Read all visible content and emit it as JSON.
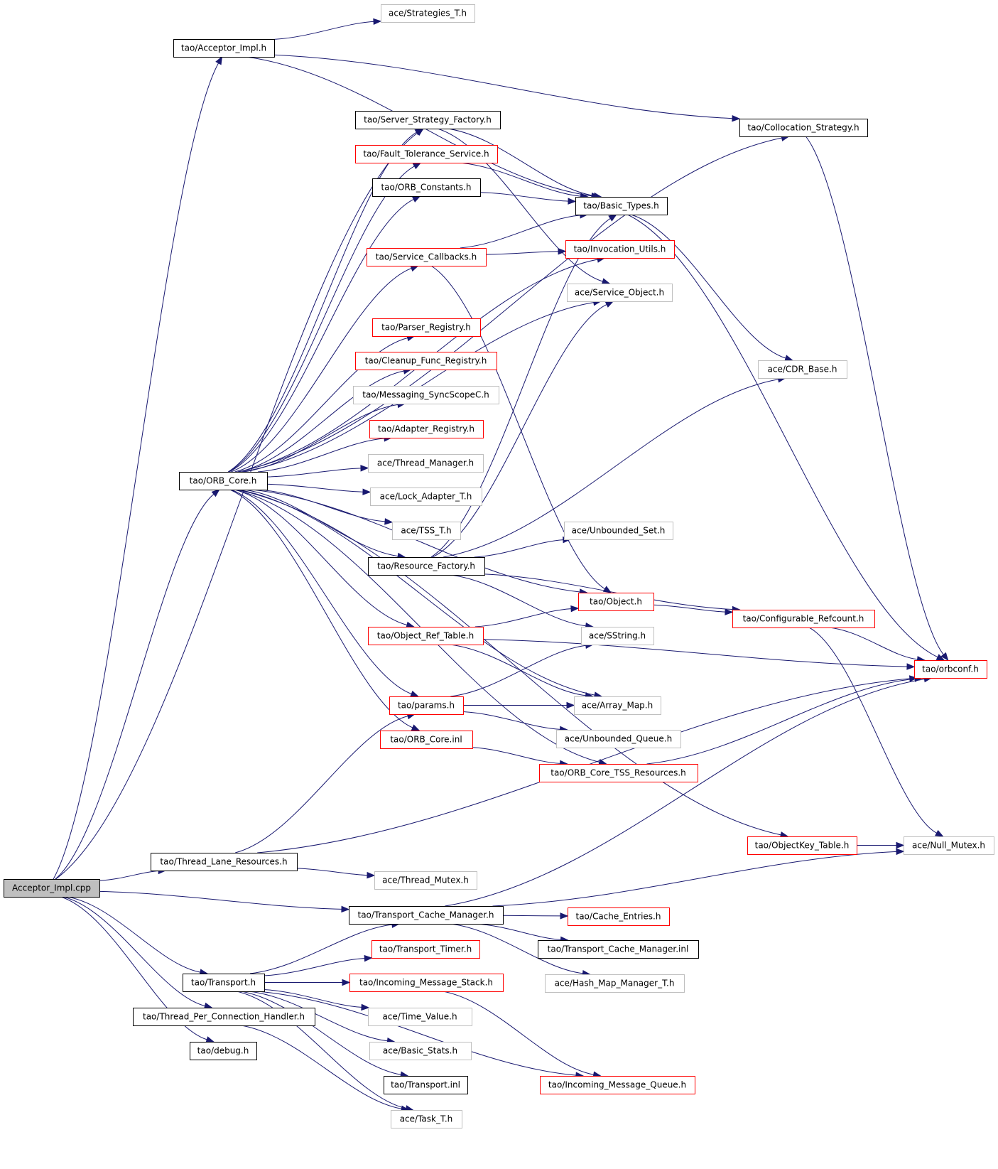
{
  "colors": {
    "edge": "#191970",
    "root_fill": "#bfbfbf",
    "border_black": "#000000",
    "border_red": "#ff0000",
    "border_gray": "#bfbfbf"
  },
  "nodes": [
    {
      "id": "root",
      "label": "Acceptor_Impl.cpp",
      "style": "root"
    },
    {
      "id": "acceptor_impl",
      "label": "tao/Acceptor_Impl.h",
      "style": "black"
    },
    {
      "id": "strategies_t",
      "label": "ace/Strategies_T.h",
      "style": "gray"
    },
    {
      "id": "server_strategy_factory",
      "label": "tao/Server_Strategy_Factory.h",
      "style": "black"
    },
    {
      "id": "collocation_strategy",
      "label": "tao/Collocation_Strategy.h",
      "style": "black"
    },
    {
      "id": "fault_tolerance_service",
      "label": "tao/Fault_Tolerance_Service.h",
      "style": "red"
    },
    {
      "id": "orb_constants",
      "label": "tao/ORB_Constants.h",
      "style": "black"
    },
    {
      "id": "basic_types",
      "label": "tao/Basic_Types.h",
      "style": "black"
    },
    {
      "id": "service_callbacks",
      "label": "tao/Service_Callbacks.h",
      "style": "red"
    },
    {
      "id": "invocation_utils",
      "label": "tao/Invocation_Utils.h",
      "style": "red"
    },
    {
      "id": "service_object",
      "label": "ace/Service_Object.h",
      "style": "gray"
    },
    {
      "id": "parser_registry",
      "label": "tao/Parser_Registry.h",
      "style": "red"
    },
    {
      "id": "cleanup_func_registry",
      "label": "tao/Cleanup_Func_Registry.h",
      "style": "red"
    },
    {
      "id": "cdr_base",
      "label": "ace/CDR_Base.h",
      "style": "gray"
    },
    {
      "id": "messaging_syncscopec",
      "label": "tao/Messaging_SyncScopeC.h",
      "style": "gray"
    },
    {
      "id": "adapter_registry",
      "label": "tao/Adapter_Registry.h",
      "style": "red"
    },
    {
      "id": "thread_manager",
      "label": "ace/Thread_Manager.h",
      "style": "gray"
    },
    {
      "id": "orb_core",
      "label": "tao/ORB_Core.h",
      "style": "black"
    },
    {
      "id": "lock_adapter_t",
      "label": "ace/Lock_Adapter_T.h",
      "style": "gray"
    },
    {
      "id": "tss_t",
      "label": "ace/TSS_T.h",
      "style": "gray"
    },
    {
      "id": "unbounded_set",
      "label": "ace/Unbounded_Set.h",
      "style": "gray"
    },
    {
      "id": "resource_factory",
      "label": "tao/Resource_Factory.h",
      "style": "black"
    },
    {
      "id": "object",
      "label": "tao/Object.h",
      "style": "red"
    },
    {
      "id": "configurable_refcount",
      "label": "tao/Configurable_Refcount.h",
      "style": "red"
    },
    {
      "id": "object_ref_table",
      "label": "tao/Object_Ref_Table.h",
      "style": "red"
    },
    {
      "id": "sstring",
      "label": "ace/SString.h",
      "style": "gray"
    },
    {
      "id": "orbconf",
      "label": "tao/orbconf.h",
      "style": "red"
    },
    {
      "id": "params",
      "label": "tao/params.h",
      "style": "red"
    },
    {
      "id": "array_map",
      "label": "ace/Array_Map.h",
      "style": "gray"
    },
    {
      "id": "orb_core_inl",
      "label": "tao/ORB_Core.inl",
      "style": "red"
    },
    {
      "id": "unbounded_queue",
      "label": "ace/Unbounded_Queue.h",
      "style": "gray"
    },
    {
      "id": "orb_core_tss_resources",
      "label": "tao/ORB_Core_TSS_Resources.h",
      "style": "red"
    },
    {
      "id": "objectkey_table",
      "label": "tao/ObjectKey_Table.h",
      "style": "red"
    },
    {
      "id": "null_mutex",
      "label": "ace/Null_Mutex.h",
      "style": "gray"
    },
    {
      "id": "thread_lane_resources",
      "label": "tao/Thread_Lane_Resources.h",
      "style": "black"
    },
    {
      "id": "thread_mutex",
      "label": "ace/Thread_Mutex.h",
      "style": "gray"
    },
    {
      "id": "transport_cache_manager",
      "label": "tao/Transport_Cache_Manager.h",
      "style": "black"
    },
    {
      "id": "cache_entries",
      "label": "tao/Cache_Entries.h",
      "style": "red"
    },
    {
      "id": "transport_timer",
      "label": "tao/Transport_Timer.h",
      "style": "red"
    },
    {
      "id": "transport_cache_manager_inl",
      "label": "tao/Transport_Cache_Manager.inl",
      "style": "black"
    },
    {
      "id": "transport",
      "label": "tao/Transport.h",
      "style": "black"
    },
    {
      "id": "incoming_message_stack",
      "label": "tao/Incoming_Message_Stack.h",
      "style": "red"
    },
    {
      "id": "hash_map_manager_t",
      "label": "ace/Hash_Map_Manager_T.h",
      "style": "gray"
    },
    {
      "id": "thread_per_connection_handler",
      "label": "tao/Thread_Per_Connection_Handler.h",
      "style": "black"
    },
    {
      "id": "time_value",
      "label": "ace/Time_Value.h",
      "style": "gray"
    },
    {
      "id": "basic_stats",
      "label": "ace/Basic_Stats.h",
      "style": "gray"
    },
    {
      "id": "debug",
      "label": "tao/debug.h",
      "style": "black"
    },
    {
      "id": "transport_inl",
      "label": "tao/Transport.inl",
      "style": "black"
    },
    {
      "id": "incoming_message_queue",
      "label": "tao/Incoming_Message_Queue.h",
      "style": "red"
    },
    {
      "id": "task_t",
      "label": "ace/Task_T.h",
      "style": "gray"
    }
  ],
  "edges": [
    [
      "root",
      "acceptor_impl"
    ],
    [
      "root",
      "orb_core"
    ],
    [
      "root",
      "thread_lane_resources"
    ],
    [
      "root",
      "transport_cache_manager"
    ],
    [
      "root",
      "transport"
    ],
    [
      "root",
      "thread_per_connection_handler"
    ],
    [
      "root",
      "debug"
    ],
    [
      "root",
      "server_strategy_factory"
    ],
    [
      "acceptor_impl",
      "strategies_t"
    ],
    [
      "acceptor_impl",
      "basic_types"
    ],
    [
      "acceptor_impl",
      "collocation_strategy"
    ],
    [
      "server_strategy_factory",
      "basic_types"
    ],
    [
      "server_strategy_factory",
      "service_object"
    ],
    [
      "fault_tolerance_service",
      "basic_types"
    ],
    [
      "orb_constants",
      "basic_types"
    ],
    [
      "service_callbacks",
      "basic_types"
    ],
    [
      "service_callbacks",
      "invocation_utils"
    ],
    [
      "service_callbacks",
      "object"
    ],
    [
      "basic_types",
      "cdr_base"
    ],
    [
      "basic_types",
      "orbconf"
    ],
    [
      "collocation_strategy",
      "orbconf"
    ],
    [
      "orb_core",
      "server_strategy_factory"
    ],
    [
      "orb_core",
      "fault_tolerance_service"
    ],
    [
      "orb_core",
      "orb_constants"
    ],
    [
      "orb_core",
      "invocation_utils"
    ],
    [
      "orb_core",
      "service_callbacks"
    ],
    [
      "orb_core",
      "service_object"
    ],
    [
      "orb_core",
      "parser_registry"
    ],
    [
      "orb_core",
      "cleanup_func_registry"
    ],
    [
      "orb_core",
      "messaging_syncscopec"
    ],
    [
      "orb_core",
      "adapter_registry"
    ],
    [
      "orb_core",
      "thread_manager"
    ],
    [
      "orb_core",
      "lock_adapter_t"
    ],
    [
      "orb_core",
      "tss_t"
    ],
    [
      "orb_core",
      "resource_factory"
    ],
    [
      "orb_core",
      "object"
    ],
    [
      "orb_core",
      "object_ref_table"
    ],
    [
      "orb_core",
      "array_map"
    ],
    [
      "orb_core",
      "params"
    ],
    [
      "orb_core",
      "orb_core_inl"
    ],
    [
      "orb_core",
      "orb_core_tss_resources"
    ],
    [
      "orb_core",
      "objectkey_table"
    ],
    [
      "orb_core",
      "collocation_strategy"
    ],
    [
      "resource_factory",
      "basic_types"
    ],
    [
      "resource_factory",
      "service_object"
    ],
    [
      "resource_factory",
      "cdr_base"
    ],
    [
      "resource_factory",
      "unbounded_set"
    ],
    [
      "resource_factory",
      "configurable_refcount"
    ],
    [
      "resource_factory",
      "sstring"
    ],
    [
      "object",
      "configurable_refcount"
    ],
    [
      "configurable_refcount",
      "orbconf"
    ],
    [
      "configurable_refcount",
      "null_mutex"
    ],
    [
      "object_ref_table",
      "object"
    ],
    [
      "object_ref_table",
      "orbconf"
    ],
    [
      "object_ref_table",
      "array_map"
    ],
    [
      "params",
      "sstring"
    ],
    [
      "params",
      "array_map"
    ],
    [
      "params",
      "unbounded_queue"
    ],
    [
      "orb_core_inl",
      "orb_core_tss_resources"
    ],
    [
      "orb_core_tss_resources",
      "orbconf"
    ],
    [
      "objectkey_table",
      "null_mutex"
    ],
    [
      "thread_lane_resources",
      "params"
    ],
    [
      "thread_lane_resources",
      "orbconf"
    ],
    [
      "thread_lane_resources",
      "thread_mutex"
    ],
    [
      "transport_cache_manager",
      "orbconf"
    ],
    [
      "transport_cache_manager",
      "cache_entries"
    ],
    [
      "transport_cache_manager",
      "transport_cache_manager_inl"
    ],
    [
      "transport_cache_manager",
      "hash_map_manager_t"
    ],
    [
      "transport_cache_manager",
      "null_mutex"
    ],
    [
      "transport",
      "transport_cache_manager"
    ],
    [
      "transport",
      "transport_timer"
    ],
    [
      "transport",
      "incoming_message_stack"
    ],
    [
      "transport",
      "time_value"
    ],
    [
      "transport",
      "basic_stats"
    ],
    [
      "transport",
      "transport_inl"
    ],
    [
      "transport",
      "incoming_message_queue"
    ],
    [
      "transport",
      "task_t"
    ],
    [
      "incoming_message_stack",
      "incoming_message_queue"
    ],
    [
      "thread_per_connection_handler",
      "task_t"
    ]
  ]
}
